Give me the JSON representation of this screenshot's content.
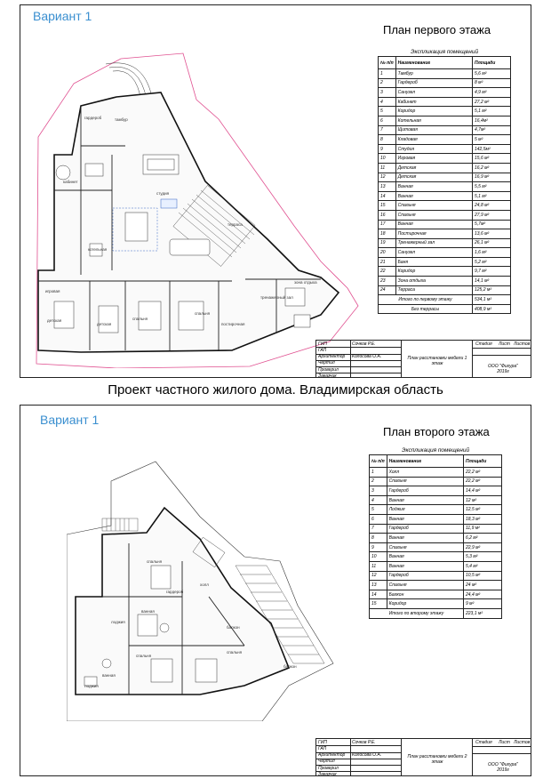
{
  "project_title": "Проект частного жилого дома. Владимирская область",
  "sheet1": {
    "variant": "Вариант 1",
    "plan_title": "План первого этажа",
    "table_caption": "Экспликация помещений",
    "headers": {
      "num": "№ п/п",
      "name": "Наименование",
      "area": "Площади"
    },
    "rows": [
      {
        "n": "1",
        "name": "Тамбур",
        "area": "5,6 м²"
      },
      {
        "n": "2",
        "name": "Гардероб",
        "area": "8 м²"
      },
      {
        "n": "3",
        "name": "Санузел",
        "area": "4,9 м²"
      },
      {
        "n": "4",
        "name": "Кабинет",
        "area": "27,2 м²"
      },
      {
        "n": "5",
        "name": "Коридор",
        "area": "5,1 м²"
      },
      {
        "n": "6",
        "name": "Котельная",
        "area": "16,4м²"
      },
      {
        "n": "7",
        "name": "Щитовая",
        "area": "4,7м²"
      },
      {
        "n": "8",
        "name": "Кладовая",
        "area": "5 м²"
      },
      {
        "n": "9",
        "name": "Студия",
        "area": "142,5м²"
      },
      {
        "n": "10",
        "name": "Игровая",
        "area": "15,6 м²"
      },
      {
        "n": "11",
        "name": "Детская",
        "area": "16,2 м²"
      },
      {
        "n": "12",
        "name": "Детская",
        "area": "16,9 м²"
      },
      {
        "n": "13",
        "name": "Ванная",
        "area": "5,5 м²"
      },
      {
        "n": "14",
        "name": "Ванная",
        "area": "5,1 м²"
      },
      {
        "n": "15",
        "name": "Спальня",
        "area": "24,8 м²"
      },
      {
        "n": "16",
        "name": "Спальня",
        "area": "27,9 м²"
      },
      {
        "n": "17",
        "name": "Ванная",
        "area": "5,7м²"
      },
      {
        "n": "18",
        "name": "Постирочная",
        "area": "13,6 м²"
      },
      {
        "n": "19",
        "name": "Тренажерный зал",
        "area": "26,1 м²"
      },
      {
        "n": "20",
        "name": "Санузел",
        "area": "1,6 м²"
      },
      {
        "n": "21",
        "name": "Баня",
        "area": "5,2 м²"
      },
      {
        "n": "22",
        "name": "Коридор",
        "area": "9,7 м²"
      },
      {
        "n": "23",
        "name": "Зона отдыха",
        "area": "14,1 м²"
      },
      {
        "n": "24",
        "name": "Терраса",
        "area": "125,2 м²"
      }
    ],
    "totals": [
      {
        "name": "Итого по первому этажу",
        "area": "534,1 м²"
      },
      {
        "name": "Без террасы",
        "area": "408,9 м²"
      }
    ],
    "stamp": {
      "roles": [
        "ГИП",
        "ГАП",
        "Архитектор",
        "Чертил",
        "Проверил",
        "Заказчик"
      ],
      "names": [
        "Сочков Р.Е.",
        "",
        "Колосова О.А.",
        "",
        "",
        ""
      ],
      "sheet_name": "План расстановки мебели 1 этаж",
      "col_stage": "Стадия",
      "col_sheet": "Лист",
      "col_sheets": "Листов",
      "company": "ООО \"Фигура\" 2019г"
    },
    "room_labels": [
      "тамбур",
      "гардероб",
      "кабинет",
      "студия",
      "котельная",
      "игровая",
      "детская",
      "детская",
      "спальня",
      "спальня",
      "постирочная",
      "тренажерный зал",
      "зона отдыха",
      "терраса"
    ]
  },
  "sheet2": {
    "variant": "Вариант 1",
    "plan_title": "План второго этажа",
    "table_caption": "Экспликация помещений",
    "headers": {
      "num": "№ п/п",
      "name": "Наименование",
      "area": "Площади"
    },
    "rows": [
      {
        "n": "1",
        "name": "Холл",
        "area": "22,2 м²"
      },
      {
        "n": "2",
        "name": "Спальня",
        "area": "22,2 м²"
      },
      {
        "n": "3",
        "name": "Гардероб",
        "area": "14,4 м²"
      },
      {
        "n": "4",
        "name": "Ванная",
        "area": "12 м²"
      },
      {
        "n": "5",
        "name": "Лоджия",
        "area": "12,5 м²"
      },
      {
        "n": "6",
        "name": "Ванная",
        "area": "18,3 м²"
      },
      {
        "n": "7",
        "name": "Гардероб",
        "area": "11,9 м²"
      },
      {
        "n": "8",
        "name": "Ванная",
        "area": "6,2 м²"
      },
      {
        "n": "9",
        "name": "Спальня",
        "area": "22,9 м²"
      },
      {
        "n": "10",
        "name": "Ванная",
        "area": "5,3 м²"
      },
      {
        "n": "11",
        "name": "Ванная",
        "area": "5,4 м²"
      },
      {
        "n": "12",
        "name": "Гардероб",
        "area": "10,5 м²"
      },
      {
        "n": "13",
        "name": "Спальня",
        "area": "24 м²"
      },
      {
        "n": "14",
        "name": "Балкон",
        "area": "24,4 м²"
      },
      {
        "n": "15",
        "name": "Коридор",
        "area": "9 м²"
      }
    ],
    "totals": [
      {
        "name": "Итого по второму этажу",
        "area": "223,1 м²"
      }
    ],
    "stamp": {
      "roles": [
        "ГИП",
        "ГАП",
        "Архитектор",
        "Чертил",
        "Проверил",
        "Заказчик"
      ],
      "names": [
        "Сочков Р.Е.",
        "",
        "Колосова О.А.",
        "",
        "",
        ""
      ],
      "sheet_name": "План расстановки мебели 2 этаж",
      "col_stage": "Стадия",
      "col_sheet": "Лист",
      "col_sheets": "Листов",
      "company": "ООО \"Фигура\" 2019г"
    },
    "room_labels": [
      "холл",
      "спальня",
      "гардероб",
      "ванная",
      "лоджия",
      "спальня",
      "ванная",
      "спальня",
      "балкон",
      "балкон",
      "лоджия"
    ]
  }
}
